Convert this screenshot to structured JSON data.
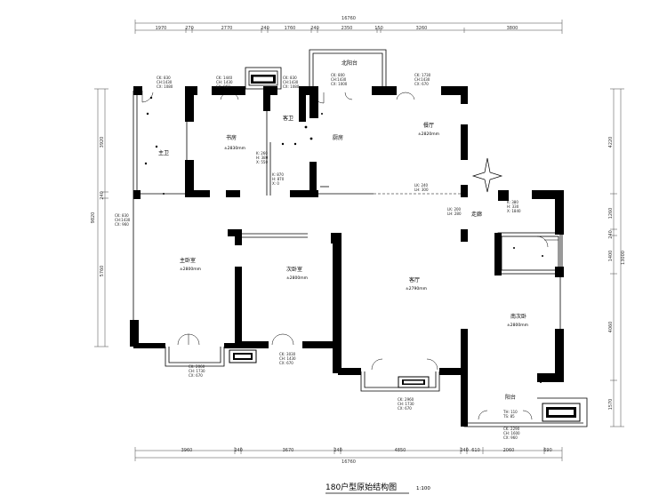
{
  "title": "180户型原始结构图",
  "scale": "1:100",
  "dims": {
    "total_top": "16760",
    "total_bottom": "16760",
    "total_left": "9820",
    "total_right": "13000",
    "top": [
      "1970",
      "270",
      "2770",
      "240",
      "1760",
      "240",
      "2350",
      "150",
      "3260",
      "3800"
    ],
    "bottom": [
      "3960",
      "240",
      "3670",
      "240",
      "4850",
      "240",
      "610",
      "2060",
      "690"
    ],
    "left": [
      "3920",
      "240",
      "5760"
    ],
    "right": [
      "4220",
      "1260",
      "240",
      "1400",
      "4060",
      "1570"
    ]
  },
  "rooms": {
    "master_bath": "主卫",
    "study": "书房",
    "guest_bath": "客卫",
    "kitchen": "厨房",
    "north_balcony": "北阳台",
    "dining": "餐厅",
    "corridor": "走廊",
    "master_bedroom": "主卧室",
    "second_bedroom": "次卧室",
    "living": "客厅",
    "south_bedroom": "南次卧",
    "balcony": "阳台"
  },
  "elevations": {
    "study": "±2830mm",
    "dining": "±2820mm",
    "master_bedroom": "±2800mm",
    "second_bedroom": "±2800mm",
    "living": "±2790mm",
    "south_bedroom": "±2800mm"
  },
  "specs": {
    "mb_window": [
      "CK: 830",
      "CH:1430",
      "CX: 1080"
    ],
    "study_window": [
      "CK: 1440",
      "CH: 1430",
      "CX: 960"
    ],
    "guestbath_window": [
      "CK: 830",
      "CH:1430",
      "CX: 1080"
    ],
    "balcony_n": [
      "CK: 800",
      "CH:1430",
      "CX: 1000"
    ],
    "dining_window": [
      "CK: 1730",
      "CH:1430",
      "CX: 670"
    ],
    "study_beam": [
      "K: 260",
      "H: 380",
      "X: 550"
    ],
    "kitchen_beam": [
      "K: 870",
      "H: 870",
      "X: 0"
    ],
    "kitchen_door": [
      "LK: 240",
      "LH: 300"
    ],
    "corridor_door": [
      "LK: 200",
      "LH: 280"
    ],
    "south_beam": [
      "K: 380",
      "H: 330",
      "X: 1840"
    ],
    "master_left": [
      "CK: 830",
      "CH:1430",
      "CX: 960"
    ],
    "master_bottom": [
      "CK: 2060",
      "CH: 1730",
      "CX: 670"
    ],
    "second_bottom": [
      "CK: 3030",
      "CH: 1430",
      "CX: 670"
    ],
    "living_bottom": [
      "CK: 2960",
      "CH: 1730",
      "CX: 670"
    ],
    "balcony_tm": [
      "TH: 110",
      "TS: 85"
    ],
    "balcony_bottom": [
      "CK: 2290",
      "CH: 1600",
      "CX: 960"
    ]
  }
}
